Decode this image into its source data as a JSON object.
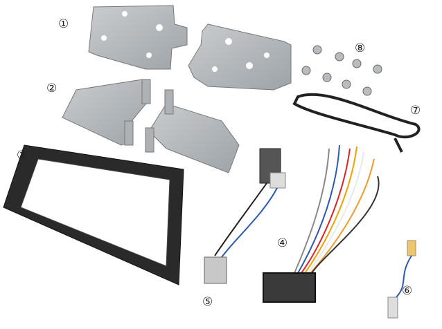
{
  "labels": {
    "part1": "①",
    "part2": "②",
    "part3": "③",
    "part4": "④",
    "part5": "⑤",
    "part6": "⑥",
    "part7": "⑦",
    "part8": "⑧"
  }
}
